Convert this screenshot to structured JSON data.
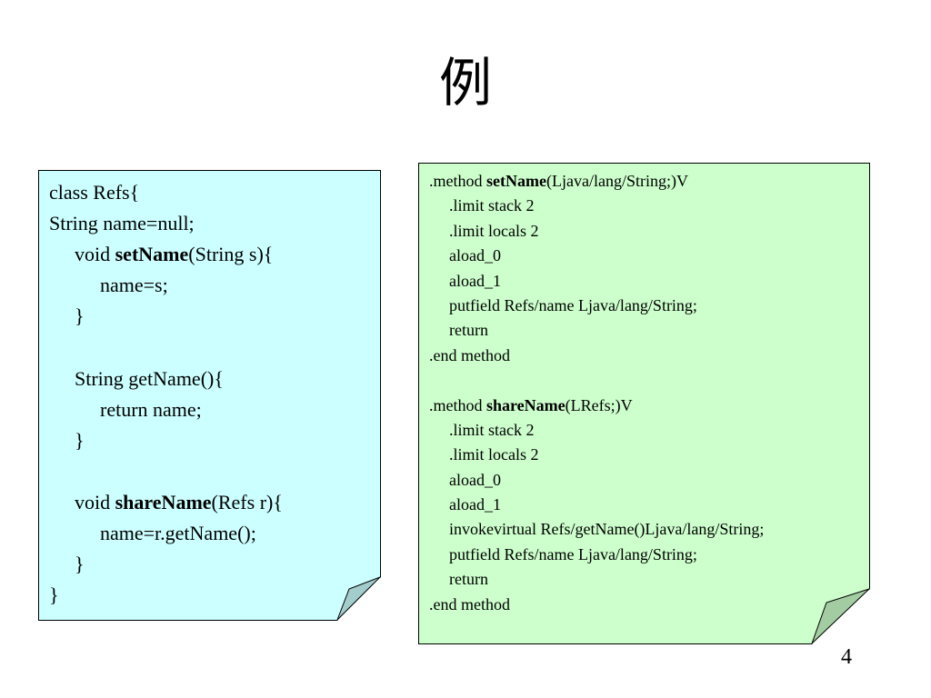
{
  "slide": {
    "title": "例",
    "page_number": "4"
  },
  "java_source": {
    "background": "#ccffff",
    "lines": [
      {
        "indent": 0,
        "before": "class Refs{",
        "bold": "",
        "after": ""
      },
      {
        "indent": 0,
        "before": "String name=null;",
        "bold": "",
        "after": ""
      },
      {
        "indent": 1,
        "before": "void ",
        "bold": "setName",
        "after": "(String s){"
      },
      {
        "indent": 2,
        "before": "name=s;",
        "bold": "",
        "after": ""
      },
      {
        "indent": 1,
        "before": "}",
        "bold": "",
        "after": ""
      },
      {
        "indent": 0,
        "before": "",
        "bold": "",
        "after": ""
      },
      {
        "indent": 1,
        "before": "String getName(){",
        "bold": "",
        "after": ""
      },
      {
        "indent": 2,
        "before": "return name;",
        "bold": "",
        "after": ""
      },
      {
        "indent": 1,
        "before": "}",
        "bold": "",
        "after": ""
      },
      {
        "indent": 0,
        "before": "",
        "bold": "",
        "after": ""
      },
      {
        "indent": 1,
        "before": "void ",
        "bold": "shareName",
        "after": "(Refs r){"
      },
      {
        "indent": 2,
        "before": "name=r.getName();",
        "bold": "",
        "after": ""
      },
      {
        "indent": 1,
        "before": "}",
        "bold": "",
        "after": ""
      },
      {
        "indent": 0,
        "before": "}",
        "bold": "",
        "after": ""
      }
    ]
  },
  "bytecode": {
    "background": "#ccffcc",
    "lines": [
      {
        "indent": 0,
        "before": ".method ",
        "bold": "setName",
        "after": "(Ljava/lang/String;)V"
      },
      {
        "indent": 1,
        "before": ".limit stack 2",
        "bold": "",
        "after": ""
      },
      {
        "indent": 1,
        "before": ".limit locals 2",
        "bold": "",
        "after": ""
      },
      {
        "indent": 1,
        "before": "aload_0",
        "bold": "",
        "after": ""
      },
      {
        "indent": 1,
        "before": "aload_1",
        "bold": "",
        "after": ""
      },
      {
        "indent": 1,
        "before": "putfield Refs/name Ljava/lang/String;",
        "bold": "",
        "after": ""
      },
      {
        "indent": 1,
        "before": "return",
        "bold": "",
        "after": ""
      },
      {
        "indent": 0,
        "before": ".end method",
        "bold": "",
        "after": ""
      },
      {
        "indent": 0,
        "before": "",
        "bold": "",
        "after": ""
      },
      {
        "indent": 0,
        "before": ".method ",
        "bold": "shareName",
        "after": "(LRefs;)V"
      },
      {
        "indent": 1,
        "before": ".limit stack 2",
        "bold": "",
        "after": ""
      },
      {
        "indent": 1,
        "before": ".limit locals 2",
        "bold": "",
        "after": ""
      },
      {
        "indent": 1,
        "before": "aload_0",
        "bold": "",
        "after": ""
      },
      {
        "indent": 1,
        "before": "aload_1",
        "bold": "",
        "after": ""
      },
      {
        "indent": 1,
        "before": "invokevirtual Refs/getName()Ljava/lang/String;",
        "bold": "",
        "after": ""
      },
      {
        "indent": 1,
        "before": "putfield Refs/name Ljava/lang/String;",
        "bold": "",
        "after": ""
      },
      {
        "indent": 1,
        "before": "return",
        "bold": "",
        "after": ""
      },
      {
        "indent": 0,
        "before": ".end method",
        "bold": "",
        "after": ""
      }
    ]
  },
  "colors": {
    "java_note": "#ccffff",
    "bytecode_note": "#ccffcc",
    "java_curl": "#a3cccc",
    "bytecode_curl": "#a3cca3",
    "text": "#000000"
  }
}
